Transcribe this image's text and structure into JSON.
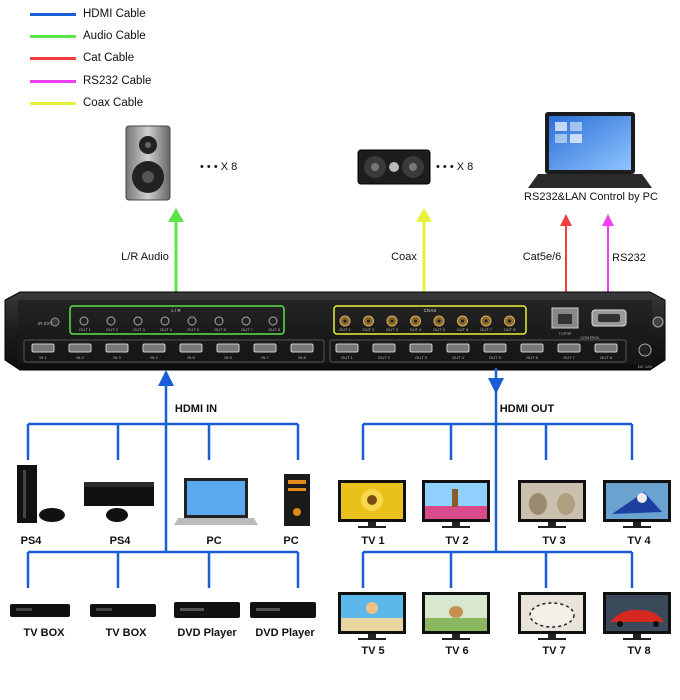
{
  "legend": [
    {
      "label": "HDMI Cable",
      "color": "#1a5fd8"
    },
    {
      "label": "Audio Cable",
      "color": "#5be34a"
    },
    {
      "label": "Cat Cable",
      "color": "#ef3f3f"
    },
    {
      "label": "RS232 Cable",
      "color": "#f03ff0"
    },
    {
      "label": "Coax Cable",
      "color": "#e9f23a"
    }
  ],
  "top": {
    "speaker_qty": "• • •  X 8",
    "center_speaker_qty": "• • •  X 8",
    "lr_audio": "L/R Audio",
    "coax": "Coax",
    "pc_control": "RS232&LAN Control by PC",
    "cat": "Cat5e/6",
    "rs232": "RS232"
  },
  "panel": {
    "lr_section": "L / R",
    "coax_section": "COAX",
    "hdmi_in_ports": [
      "IN 1",
      "IN 2",
      "IN 3",
      "IN 4",
      "IN 5",
      "IN 6",
      "IN 7",
      "IN 8"
    ],
    "hdmi_out_ports": [
      "OUT 1",
      "OUT 2",
      "OUT 3",
      "OUT 4",
      "OUT 5",
      "OUT 6",
      "OUT 7",
      "OUT 8"
    ],
    "audio_ports": [
      "OUT 1",
      "OUT 2",
      "OUT 3",
      "OUT 4",
      "OUT 5",
      "OUT 6",
      "OUT 7",
      "OUT 8"
    ],
    "coax_ports": [
      "OUT 1",
      "OUT 2",
      "OUT 3",
      "OUT 4",
      "OUT 5",
      "OUT 6",
      "OUT 7",
      "OUT 8"
    ],
    "ir_ext": "IR EXT",
    "lan": "TCP/IP",
    "control": "CONTROL",
    "dc": "DC 12V"
  },
  "hdmi_in": "HDMI IN",
  "hdmi_out": "HDMI OUT",
  "sources_top": [
    "PS4",
    "PS4",
    "PC",
    "PC"
  ],
  "sources_bottom": [
    "TV BOX",
    "TV BOX",
    "DVD Player",
    "DVD Player"
  ],
  "tvs_top": [
    "TV 1",
    "TV 2",
    "TV 3",
    "TV 4"
  ],
  "tvs_bottom": [
    "TV 5",
    "TV 6",
    "TV 7",
    "TV 8"
  ]
}
